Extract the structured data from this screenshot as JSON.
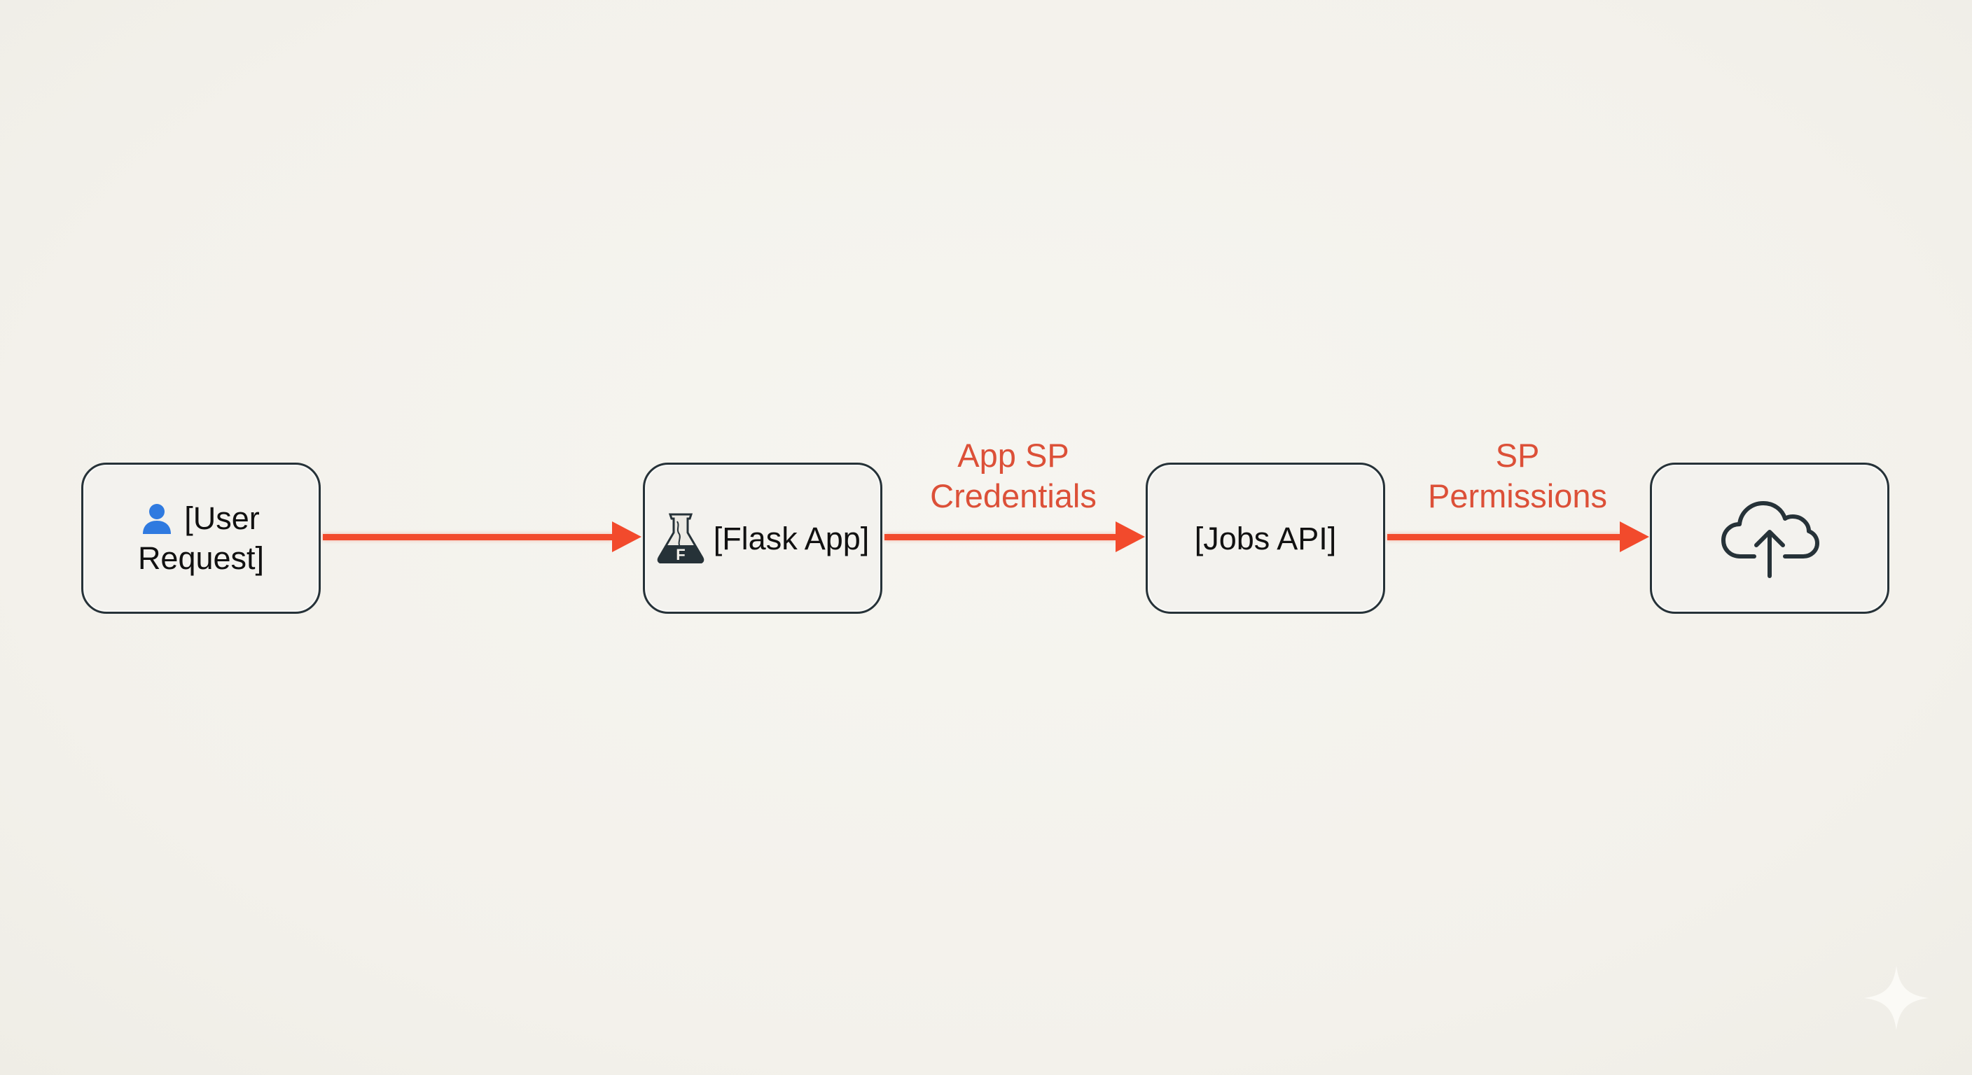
{
  "diagram": {
    "nodes": [
      {
        "id": "user-request",
        "icon": "person-icon",
        "label_line1": "[User",
        "label_line2": "Request]"
      },
      {
        "id": "flask-app",
        "icon": "flask-icon",
        "label": "[Flask App]",
        "icon_letter": "F"
      },
      {
        "id": "jobs-api",
        "label": "[Jobs API]"
      },
      {
        "id": "cloud-upload",
        "icon": "cloud-upload-icon",
        "label": ""
      }
    ],
    "edges": [
      {
        "from": "user-request",
        "to": "flask-app",
        "label_line1": "",
        "label_line2": ""
      },
      {
        "from": "flask-app",
        "to": "jobs-api",
        "label_line1": "App SP",
        "label_line2": "Credentials"
      },
      {
        "from": "jobs-api",
        "to": "cloud-upload",
        "label_line1": "SP",
        "label_line2": "Permissions"
      }
    ],
    "colors": {
      "background": "#f4f2ec",
      "node_border": "#263238",
      "edge": "#f24a2c",
      "edge_label": "#dc5038",
      "person_icon": "#2f7ae0",
      "text": "#111111"
    }
  },
  "watermark": {
    "icon": "sparkle-icon"
  }
}
